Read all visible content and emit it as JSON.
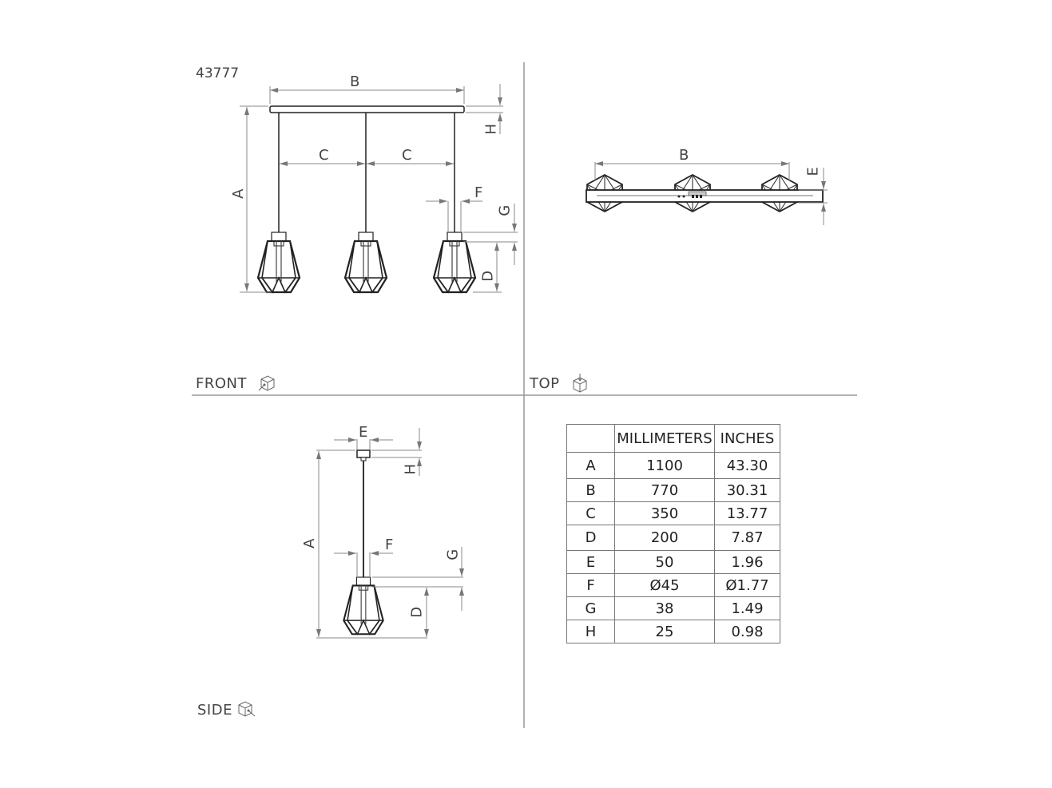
{
  "model_number": "43777",
  "views": {
    "front": {
      "label": "FRONT",
      "icon": "front-view-cube-icon"
    },
    "top": {
      "label": "TOP",
      "icon": "top-view-cube-icon"
    },
    "side": {
      "label": "SIDE",
      "icon": "side-view-cube-icon"
    }
  },
  "dimension_letters": {
    "front": [
      "A",
      "B",
      "C",
      "C",
      "D",
      "F",
      "G",
      "H"
    ],
    "top": [
      "B",
      "E"
    ],
    "side": [
      "A",
      "D",
      "E",
      "F",
      "G",
      "H"
    ]
  },
  "table": {
    "headers": [
      "",
      "MILLIMETERS",
      "INCHES"
    ],
    "rows": [
      {
        "dim": "A",
        "mm": "1100",
        "in": "43.30"
      },
      {
        "dim": "B",
        "mm": "770",
        "in": "30.31"
      },
      {
        "dim": "C",
        "mm": "350",
        "in": "13.77"
      },
      {
        "dim": "D",
        "mm": "200",
        "in": "7.87"
      },
      {
        "dim": "E",
        "mm": "50",
        "in": "1.96"
      },
      {
        "dim": "F",
        "mm": "Ø45",
        "in": "Ø1.77"
      },
      {
        "dim": "G",
        "mm": "38",
        "in": "1.49"
      },
      {
        "dim": "H",
        "mm": "25",
        "in": "0.98"
      }
    ]
  },
  "colors": {
    "line": "#222222",
    "dim_line": "#888888",
    "divider": "#999999"
  }
}
